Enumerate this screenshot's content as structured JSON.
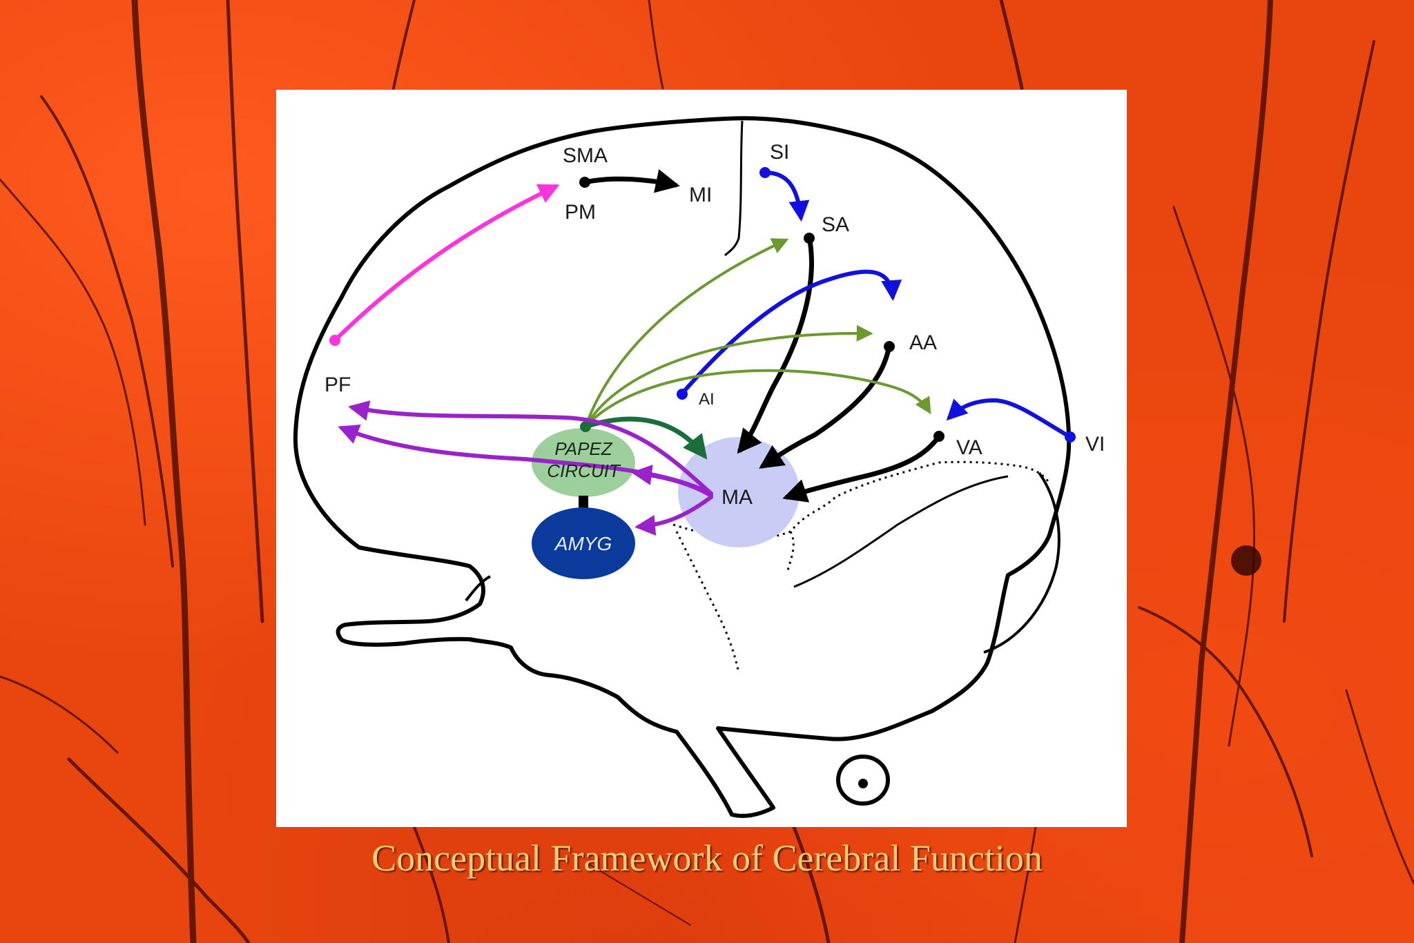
{
  "caption": "Conceptual Framework of Cerebral Function",
  "labels": {
    "sma": "SMA",
    "pm": "PM",
    "mi": "MI",
    "si": "SI",
    "sa": "SA",
    "aa": "AA",
    "ai": "AI",
    "pf": "PF",
    "va": "VA",
    "vi": "VI",
    "ma": "MA",
    "papez_line1": "PAPEZ",
    "papez_line2": "CIRCUIT",
    "amyg": "AMYG"
  },
  "colors": {
    "background": "#e8460f",
    "vein": "#3a0800",
    "panel": "#ffffff",
    "outline": "#000000",
    "magenta": "#ff33dd",
    "blue": "#1010e0",
    "green": "#6a9a30",
    "dark_green": "#1a6e3a",
    "purple": "#9a22cc",
    "papez_fill": "#9ccf9c",
    "amyg_fill": "#0a3a9c",
    "ma_fill": "#c9cdf5",
    "caption": "#f3cf7a"
  }
}
